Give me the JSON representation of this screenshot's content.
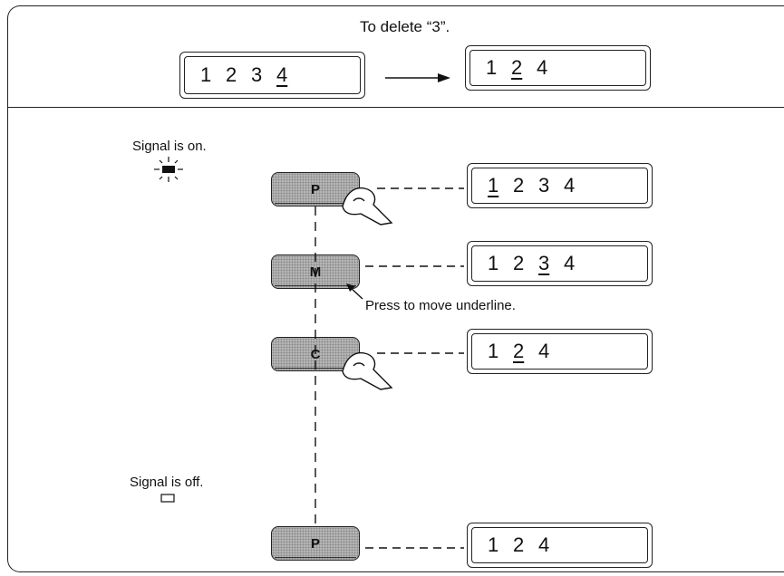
{
  "header": {
    "title": "To delete “3”."
  },
  "example": {
    "before": [
      "1",
      "2",
      "3",
      "4"
    ],
    "before_underline_index": 3,
    "after": [
      "1",
      "2",
      "4"
    ],
    "after_underline_index": 1
  },
  "signal_on_label": "Signal is on.",
  "signal_off_label": "Signal is off.",
  "press_note": "Press to move underline.",
  "steps": [
    {
      "key": "P",
      "digits": [
        "1",
        "2",
        "3",
        "4"
      ],
      "underline_index": 0
    },
    {
      "key": "M",
      "digits": [
        "1",
        "2",
        "3",
        "4"
      ],
      "underline_index": 2
    },
    {
      "key": "C",
      "digits": [
        "1",
        "2",
        "4"
      ],
      "underline_index": 1
    },
    {
      "key": "P",
      "digits": [
        "1",
        "2",
        "4"
      ],
      "underline_index": -1
    }
  ],
  "icons": [
    "signal-on-icon",
    "signal-off-icon",
    "finger-press-icon",
    "arrow-right-icon"
  ]
}
